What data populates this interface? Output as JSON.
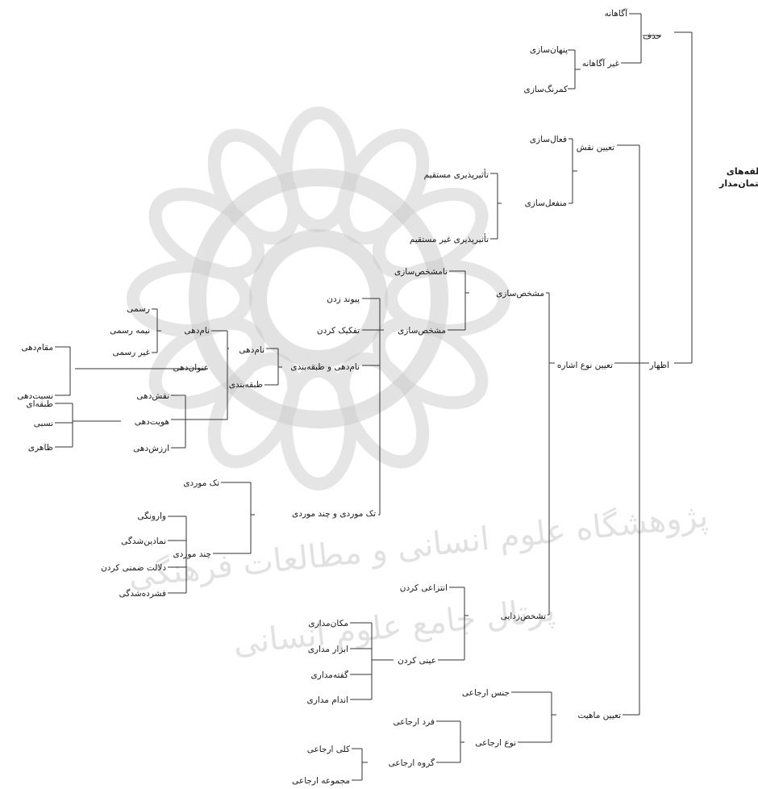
{
  "diagram": {
    "root": "مؤلفه‌های گفتمان‌مدار",
    "nodes": {
      "hazf": "حذف",
      "agahane": "آگاهانه",
      "gheir_agahane": "غیر آگاهانه",
      "penhansazi": "پنهان‌سازی",
      "kamrangsazi": "کمرنگ‌سازی",
      "ezhar": "اظهار",
      "taein_naghsh": "تعیین نقش",
      "faalsazi": "فعال‌سازی",
      "monfaelsazi": "منفعل‌سازی",
      "tasir_mostaghim": "تأثیرپذیری مستقیم",
      "tasir_gheir_mostaghim": "تأثیرپذیری غیر مستقیم",
      "taein_noe_eshare": "تعیین نوع اشاره",
      "moshakhassazi": "مشخص‌سازی",
      "namoshakhassazi": "نامشخص‌سازی",
      "moshakhassazi_2": "مشخص‌سازی",
      "peyvand": "پیوند زدن",
      "tafkik": "تفکیک کردن",
      "namdehi_tabaghe": "نام‌دهی و طبقه‌بندی",
      "tak_chand": "تک موردی و چند موردی",
      "namdehi_a": "نام‌دهی",
      "namdehi_b": "نام‌دهی",
      "tabaghebandi": "طبقه‌بندی",
      "rasmi": "رسمی",
      "nime_rasmi": "نیمه رسمی",
      "gheir_rasmi": "غیر رسمی",
      "onvandehi": "عنوان‌دهی",
      "maghamdehi": "مقام‌دهی",
      "nesbatdehi": "نسبت‌دهی",
      "naghshdehi": "نقش‌دهی",
      "hoviyatdehi": "هویت‌دهی",
      "arzeshdehi": "ارزش‌دهی",
      "tabaghei": "طبقه‌ای",
      "nesbi": "نسبی",
      "zaheri": "ظاهری",
      "tak_moredi": "تک موردی",
      "chand_moredi": "چند موردی",
      "varoonegi": "وارونگی",
      "namadinshodegi": "نمادین‌شدگی",
      "dalalat": "دلالت ضمنی کردن",
      "feshordeshodegi": "فشرده‌شدگی",
      "tashakhoszodaei": "تشخص‌زدایی",
      "entezaei": "انتزاعی کردن",
      "eyni": "عینی کردن",
      "makanmadari": "مکان‌مداری",
      "abzarmadari": "ابزار مداری",
      "goftemadari": "گفته‌مداری",
      "andammadari": "اندام مداری",
      "taein_mahiyat": "تعیین ماهیت",
      "jens_erjaei": "جنس ارجاعی",
      "noe_erjaei": "نوع ارجاعی",
      "fard_erjaei": "فرد ارجاعی",
      "gorooh_erjaei": "گروه ارجاعی",
      "kolli_erjaei": "کلی ارجاعی",
      "majmooe_erjaei": "مجموعه ارجاعی"
    }
  },
  "watermark": {
    "line1": "پژوهشگاه علوم انسانی و مطالعات فرهنگی",
    "line2": "پرتال جامع علوم انسانی"
  },
  "colors": {
    "line": "#333333",
    "text": "#1a1a1a",
    "watermark": "#c4c4c4"
  }
}
